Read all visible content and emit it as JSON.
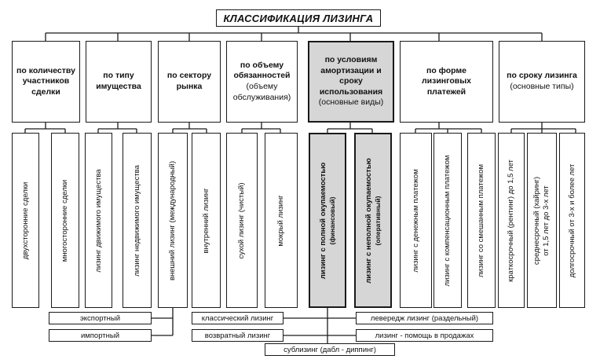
{
  "title": "КЛАССИФИКАЦИЯ ЛИЗИНГА",
  "categories": [
    {
      "label": "по количеству участников сделки",
      "sub": ""
    },
    {
      "label": "по типу имущества",
      "sub": ""
    },
    {
      "label": "по сектору рынка",
      "sub": ""
    },
    {
      "label": "по объему обязанностей",
      "sub": "(объему обслуживания)"
    },
    {
      "label": "по условиям амортизации и сроку использования",
      "sub": "(основные виды)"
    },
    {
      "label": "по форме лизинговых платежей",
      "sub": ""
    },
    {
      "label": "по сроку лизинга",
      "sub": "(основные типы)"
    }
  ],
  "types": [
    {
      "label": "двухсторонние сделки",
      "sub": ""
    },
    {
      "label": "многосторонние сделки",
      "sub": ""
    },
    {
      "label": "лизинг движимого имущества",
      "sub": ""
    },
    {
      "label": "лизинг недвижимого имущества",
      "sub": ""
    },
    {
      "label": "внешний лизинг (международный)",
      "sub": ""
    },
    {
      "label": "внутренний лизинг",
      "sub": ""
    },
    {
      "label": "сухой лизинг (чистый)",
      "sub": ""
    },
    {
      "label": "мокрый лизинг",
      "sub": ""
    },
    {
      "label": "лизинг с полной окупаемостью",
      "sub": "(финансовый)"
    },
    {
      "label": "лизинг с неполной окупаемостью",
      "sub": "(оперативный)"
    },
    {
      "label": "лизинг с денежным платежом",
      "sub": ""
    },
    {
      "label": "лизинг с компенсационным платежом",
      "sub": ""
    },
    {
      "label": "лизинг со смешанным платежом",
      "sub": ""
    },
    {
      "label": "краткосрочный (рентинг) до 1,5 лет",
      "sub": ""
    },
    {
      "label": "среднесрочный (хайринг)",
      "sub": ""
    },
    {
      "label": "от 1,5 лет до 3-х лет",
      "sub": ""
    },
    {
      "label": "долгосрочный от 3-х и более лет",
      "sub": ""
    }
  ],
  "subtypes": {
    "export": "экспортный",
    "import": "импортный",
    "classic": "классический лизинг",
    "returnable": "возвратный лизинг",
    "sublease": "сублизинг (дабл - диппинг)",
    "leveraged": "левередж лизинг (раздельный)",
    "sales_help": "лизинг - помощь в продажах"
  }
}
